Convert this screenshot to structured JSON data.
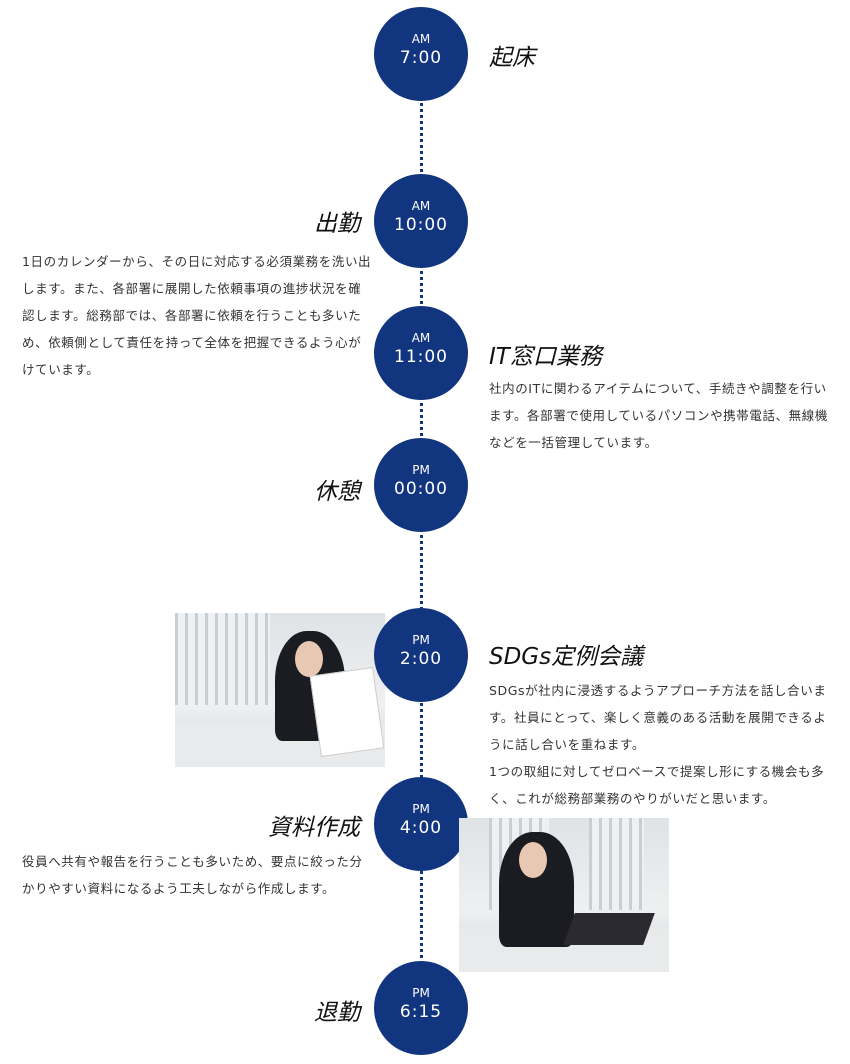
{
  "schedule": [
    {
      "period": "AM",
      "time": "7:00",
      "title": "起床",
      "text": []
    },
    {
      "period": "AM",
      "time": "10:00",
      "title": "出勤",
      "text": [
        "1日のカレンダーから、その日に対応する必須業務を洗い出します。また、各部署に展開した依頼事項の進捗状況を確認します。総務部では、各部署に依頼を行うことも多いため、依頼側として責任を持って全体を把握できるよう心がけています。"
      ]
    },
    {
      "period": "AM",
      "time": "11:00",
      "title": "IT窓口業務",
      "text": [
        "社内のITに関わるアイテムについて、手続きや調整を行います。各部署で使用しているパソコンや携帯電話、無線機などを一括管理しています。"
      ]
    },
    {
      "period": "PM",
      "time": "00:00",
      "title": "休憩",
      "text": []
    },
    {
      "period": "PM",
      "time": "2:00",
      "title": "SDGs定例会議",
      "text": [
        "SDGsが社内に浸透するようアプローチ方法を話し合います。社員にとって、楽しく意義のある活動を展開できるように話し合いを重ねます。",
        "1つの取組に対してゼロベースで提案し形にする機会も多く、これが総務部業務のやりがいだと思います。"
      ]
    },
    {
      "period": "PM",
      "time": "4:00",
      "title": "資料作成",
      "text": [
        "役員へ共有や報告を行うことも多いため、要点に絞った分かりやすい資料になるよう工夫しながら作成します。"
      ]
    },
    {
      "period": "PM",
      "time": "6:15",
      "title": "退勤",
      "text": []
    }
  ],
  "colors": {
    "accent": "#123580"
  }
}
